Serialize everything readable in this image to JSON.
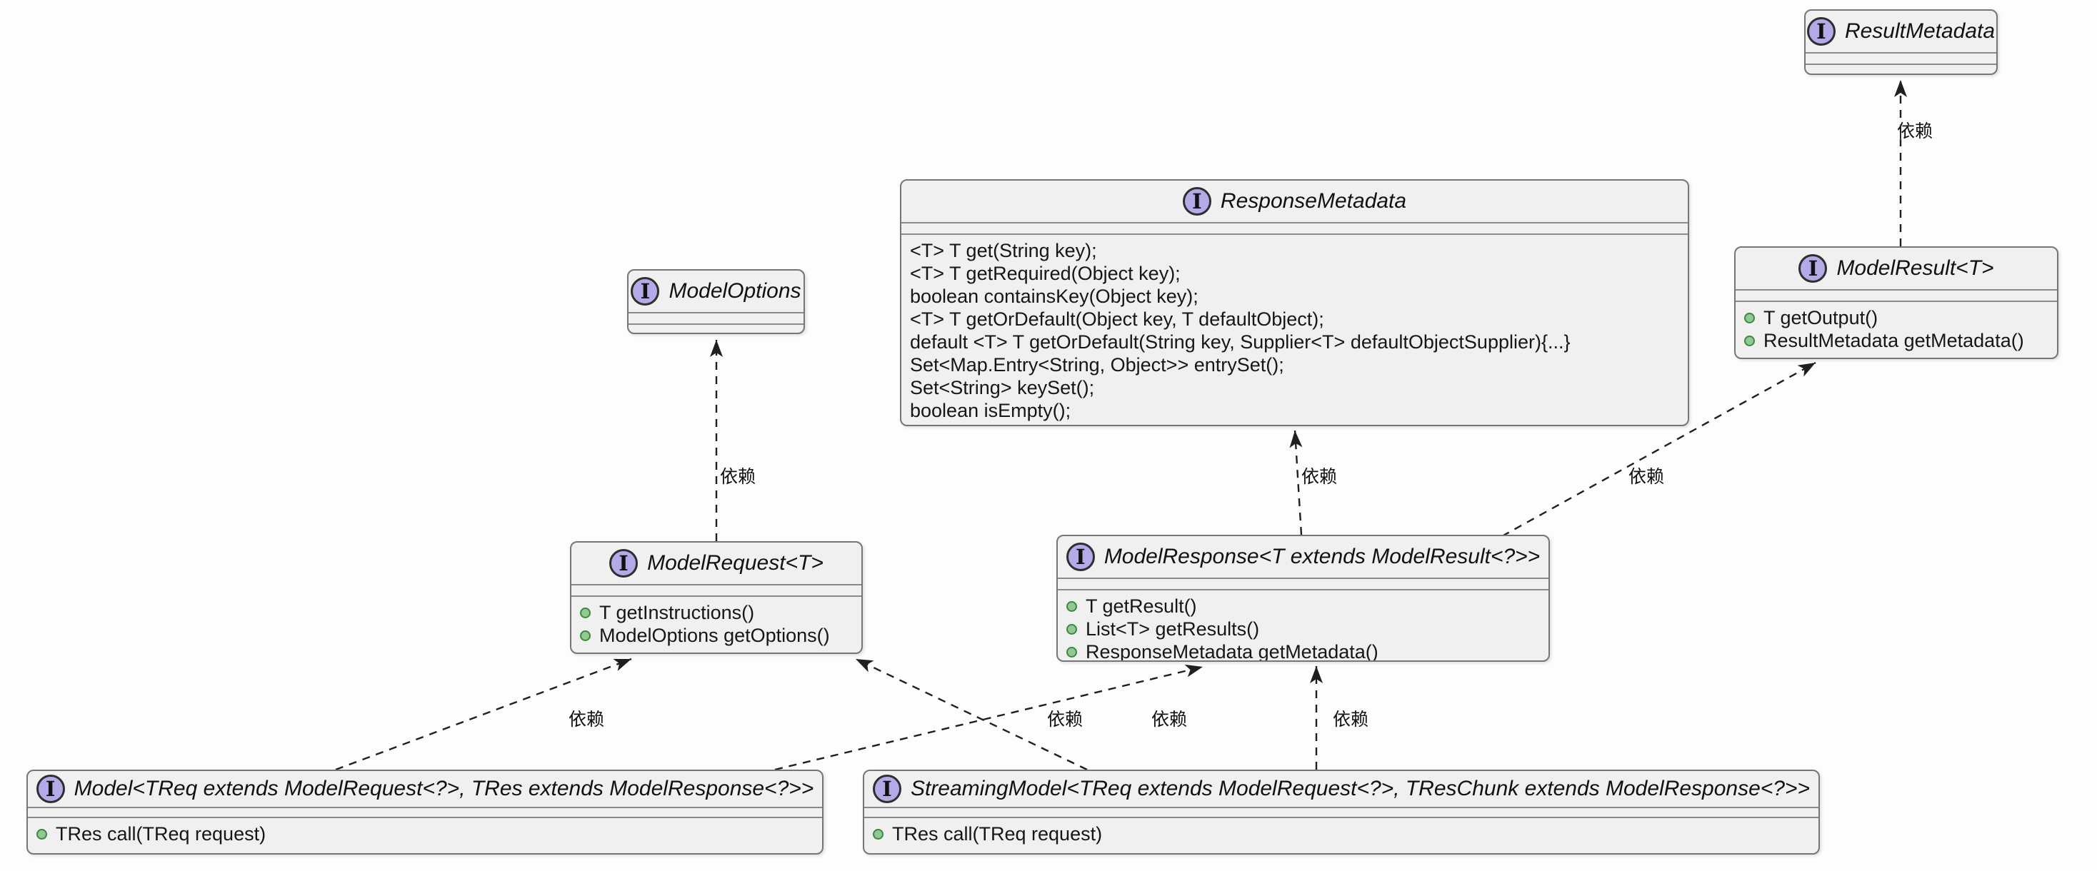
{
  "diagram": {
    "kind": "uml-interface-diagram",
    "icon_letter": "I",
    "nodes": [
      {
        "id": "result-metadata",
        "title": "ResultMetadata",
        "methods": []
      },
      {
        "id": "response-metadata",
        "title": "ResponseMetadata",
        "methods": [
          "<T> T get(String key);",
          "<T> T getRequired(Object key);",
          "boolean containsKey(Object key);",
          "<T> T getOrDefault(Object key, T defaultObject);",
          "default <T> T getOrDefault(String key, Supplier<T> defaultObjectSupplier){...}",
          "Set<Map.Entry<String, Object>> entrySet();",
          "Set<String> keySet();",
          "boolean isEmpty();"
        ]
      },
      {
        "id": "model-options",
        "title": "ModelOptions",
        "methods": []
      },
      {
        "id": "model-result",
        "title": "ModelResult<T>",
        "methods": [
          "T getOutput()",
          "ResultMetadata getMetadata()"
        ]
      },
      {
        "id": "model-request",
        "title": "ModelRequest<T>",
        "methods": [
          "T getInstructions()",
          "ModelOptions getOptions()"
        ]
      },
      {
        "id": "model-response",
        "title": "ModelResponse<T extends ModelResult<?>>",
        "methods": [
          "T getResult()",
          "List<T> getResults()",
          "ResponseMetadata getMetadata()"
        ]
      },
      {
        "id": "model",
        "title": "Model<TReq extends ModelRequest<?>, TRes extends ModelResponse<?>>",
        "methods": [
          "TRes call(TReq request)"
        ]
      },
      {
        "id": "streaming-model",
        "title": "StreamingModel<TReq extends ModelRequest<?>, TResChunk extends ModelResponse<?>>",
        "methods": [
          "TRes call(TReq request)"
        ]
      }
    ],
    "edges": [
      {
        "from": "ModelRequest",
        "to": "ModelOptions",
        "label": "依赖"
      },
      {
        "from": "ModelResponse",
        "to": "ResponseMetadata",
        "label": "依赖"
      },
      {
        "from": "ModelResponse",
        "to": "ModelResult",
        "label": "依赖"
      },
      {
        "from": "ModelResult",
        "to": "ResultMetadata",
        "label": "依赖"
      },
      {
        "from": "Model",
        "to": "ModelRequest",
        "label": "依赖"
      },
      {
        "from": "Model",
        "to": "ModelResponse",
        "label": "依赖"
      },
      {
        "from": "StreamingModel",
        "to": "ModelRequest",
        "label": "依赖"
      },
      {
        "from": "StreamingModel",
        "to": "ModelResponse",
        "label": "依赖"
      }
    ]
  },
  "colors": {
    "node_fill": "#f0f0f0",
    "node_border": "#767676",
    "icon_fill": "#b6a9e8",
    "icon_border": "#2e2e2e",
    "method_dot_fill": "#93c793",
    "method_dot_border": "#3d8a3d",
    "edge_line": "#1f1f1f",
    "background": "#fdfdfd"
  }
}
